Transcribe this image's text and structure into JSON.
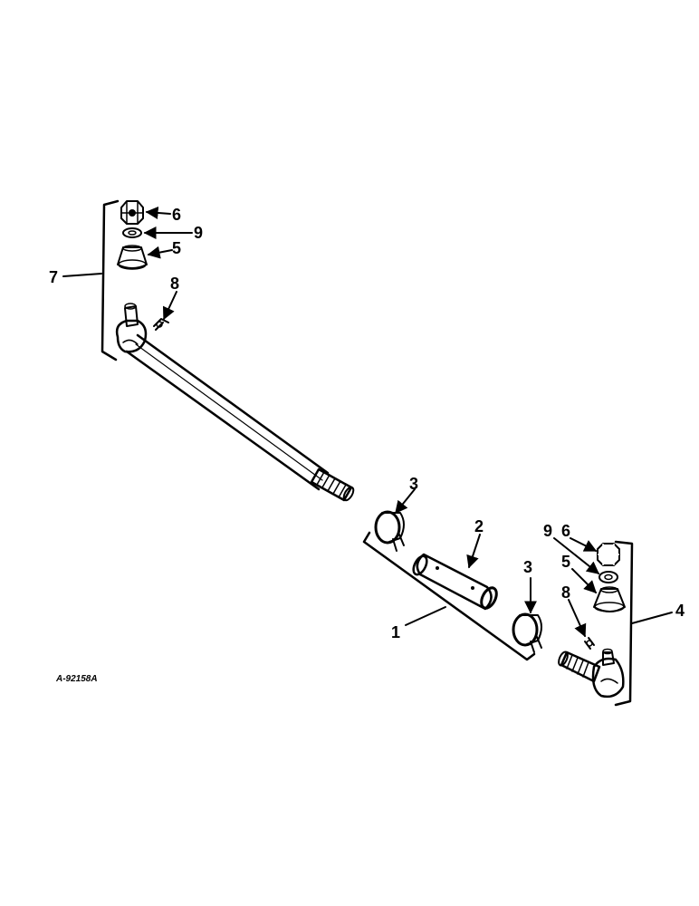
{
  "figure": {
    "drawing_number": "A-92158A"
  },
  "callouts": {
    "c1": "1",
    "c2": "2",
    "c3a": "3",
    "c3b": "3",
    "c4": "4",
    "c5a": "5",
    "c5b": "5",
    "c6a": "6",
    "c6b": "6",
    "c7": "7",
    "c8a": "8",
    "c8b": "8",
    "c9a": "9",
    "c9b": "9"
  }
}
